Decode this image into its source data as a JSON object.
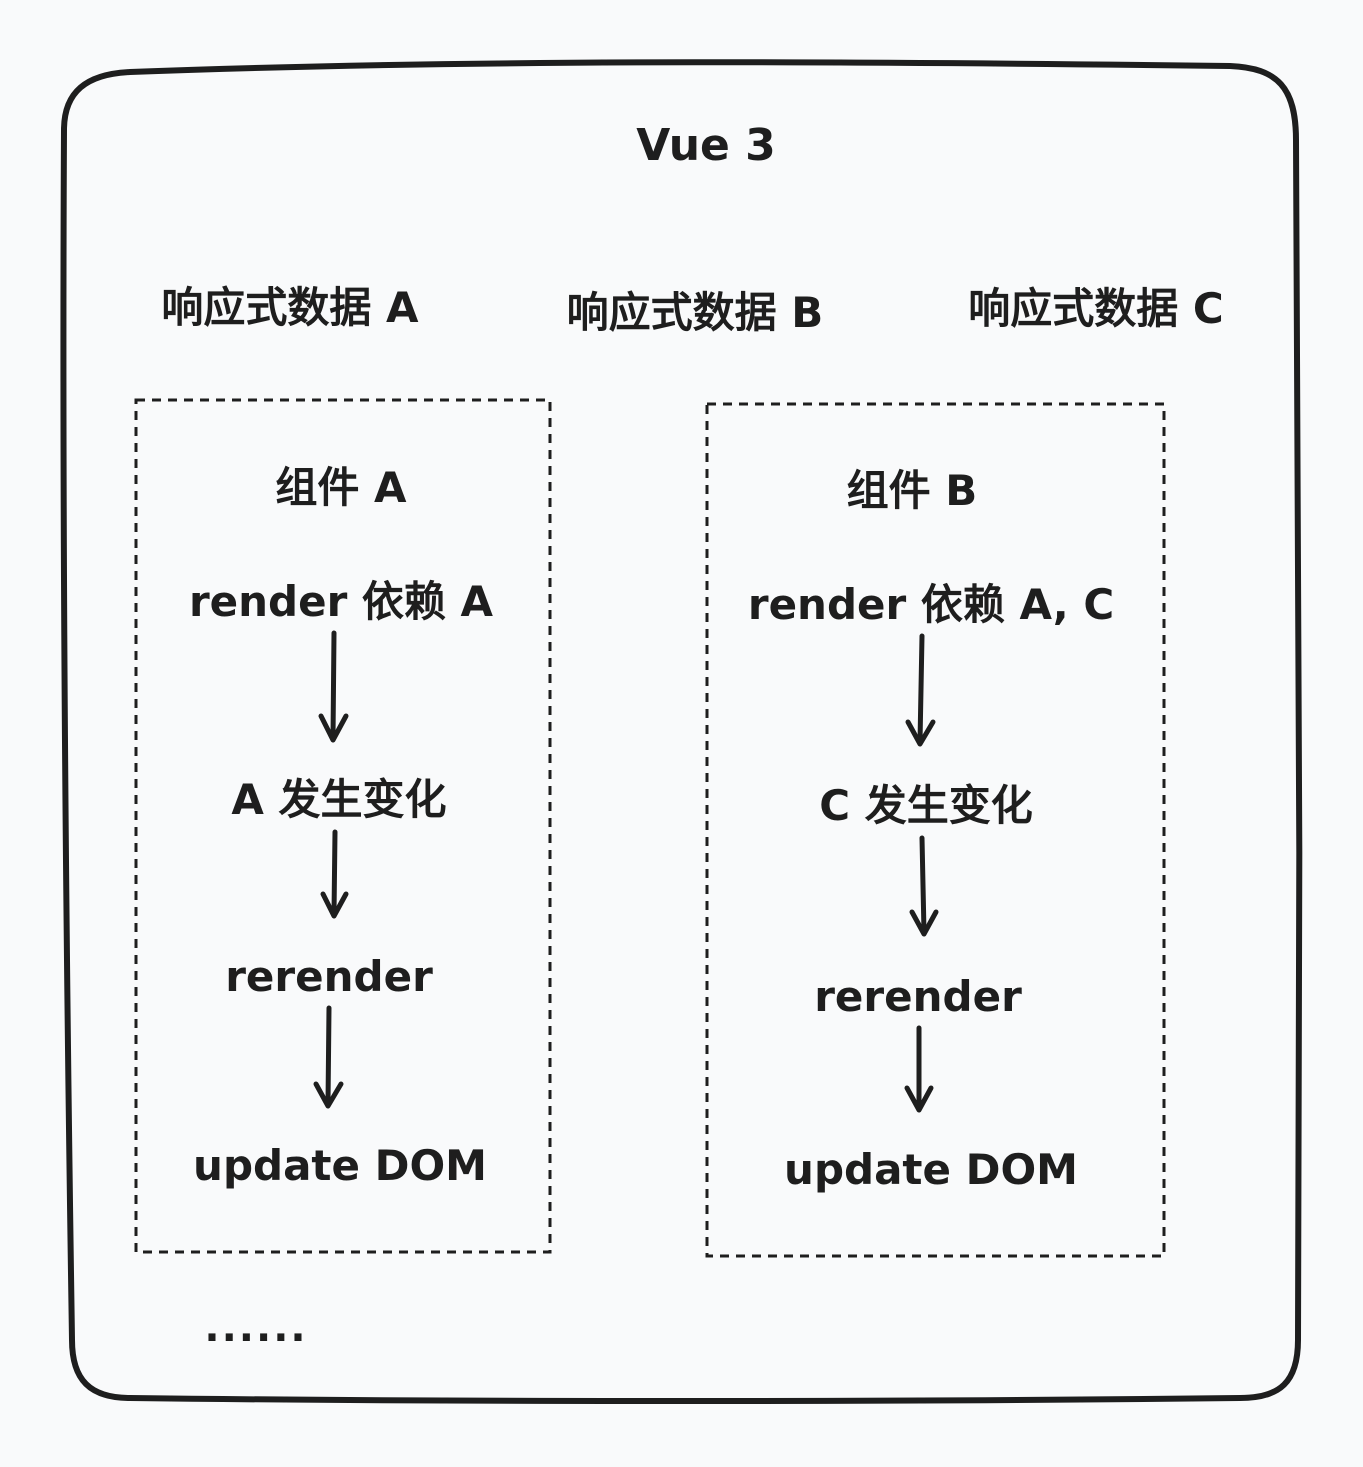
{
  "diagram": {
    "title": "Vue 3",
    "reactive_data": [
      {
        "label": "响应式数据 A"
      },
      {
        "label": "响应式数据 B"
      },
      {
        "label": "响应式数据 C"
      }
    ],
    "components": [
      {
        "name": "组件 A",
        "steps": [
          "render 依赖 A",
          "A 发生变化",
          "rerender",
          "update DOM"
        ]
      },
      {
        "name": "组件 B",
        "steps": [
          "render 依赖 A, C",
          "C 发生变化",
          "rerender",
          "update DOM"
        ]
      }
    ],
    "more": "......"
  },
  "colors": {
    "background": "#f9fafb",
    "stroke": "#1e1e1e"
  }
}
